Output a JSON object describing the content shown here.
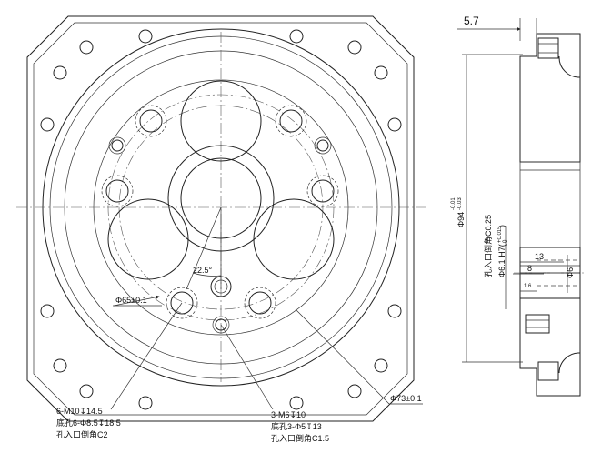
{
  "annotations": {
    "callout_holes_m10": {
      "line1": "6-M10↧14.5",
      "line2": "底孔6-Φ8.5↧18.5",
      "line3": "孔入口倒角C2"
    },
    "callout_holes_m6": {
      "line1": "3-M6↧10",
      "line2": "底孔3-Φ5↧13",
      "line3": "孔入口倒角C1.5"
    },
    "dia_65": "Φ65±0.1",
    "dia_73": "Φ73±0.1",
    "angle": "22.5°"
  },
  "section": {
    "dim_top": "5.7",
    "dia_94": "Φ94",
    "dia_94_tol_upper": "-0.01",
    "dia_94_tol_lower": "-0.03",
    "chamfer_note": "孔入口倒角C0.25",
    "dia_6_1": "Φ6.1 H7(",
    "dia_6_1_tol_upper": "+0.015",
    "dia_6_1_tol_lower": "0",
    "dia_6_1_close": ")",
    "dim_13": "13",
    "dim_8": "8",
    "dim_1_6": "1.6",
    "dia_6": "Φ6"
  }
}
